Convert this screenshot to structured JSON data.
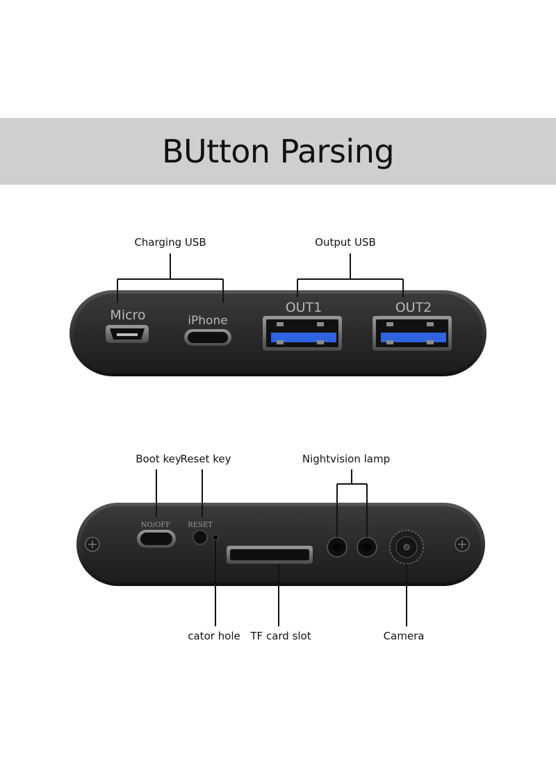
{
  "title": "BUtton Parsing",
  "top_view": {
    "callouts": {
      "charging_usb": "Charging USB",
      "output_usb": "Output USB"
    },
    "port_labels": {
      "micro": "Micro",
      "iphone": "iPhone",
      "out1": "OUT1",
      "out2": "OUT2"
    }
  },
  "bottom_view": {
    "callouts": {
      "boot_key": "Boot key",
      "reset_key": "Reset key",
      "nightvision_lamp": "Nightvision lamp",
      "indicator_hole": "cator hole",
      "tf_card_slot": "TF card slot",
      "camera": "Camera"
    },
    "silk_labels": {
      "on_off": "NO/OFF",
      "reset": "RESET"
    }
  },
  "colors": {
    "band": "#cfcfcf",
    "device_body": "#2b2b2b",
    "usb_blue": "#2f63e0"
  }
}
